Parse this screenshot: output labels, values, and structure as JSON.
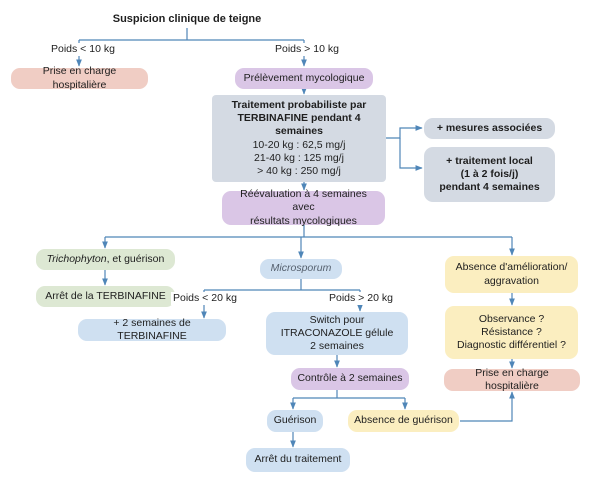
{
  "nodes": {
    "suspicion": "Suspicion clinique de teigne",
    "hospital_top": "Prise en charge hospitalière",
    "mycology": "Prélèvement mycologique",
    "treatment": {
      "line1": "Traitement probabiliste par",
      "line2": "TERBINAFINE pendant 4 semaines",
      "dose1": "10-20 kg : 62,5 mg/j",
      "dose2": "21-40 kg : 125 mg/j",
      "dose3": "> 40 kg : 250 mg/j"
    },
    "measures": "+ mesures associées",
    "local": {
      "line1": "+ traitement local",
      "line2": "(1 à 2 fois/j)",
      "line3": "pendant 4 semaines"
    },
    "reeval": {
      "line1": "Réévaluation à 4 semaines avec",
      "line2": "résultats mycologiques"
    },
    "trichophyton": {
      "name": "Trichophyton",
      "rest": ", et guérison"
    },
    "stop_terbinafine": "Arrêt de la TERBINAFINE",
    "microsporum": "Microsporum",
    "plus_two_weeks": "+ 2 semaines de TERBINAFINE",
    "switch": {
      "line1": "Switch pour ITRACONAZOLE gélule",
      "line2": "2 semaines"
    },
    "control": "Contrôle à 2 semaines",
    "cure": "Guérison",
    "no_cure": "Absence de guérison",
    "stop_treatment": "Arrêt du traitement",
    "no_improvement": {
      "line1": "Absence d'amélioration/",
      "line2": "aggravation"
    },
    "questions": {
      "line1": "Observance ?",
      "line2": "Résistance ?",
      "line3": "Diagnostic différentiel ?"
    },
    "hospital_bottom": "Prise en charge hospitalière"
  },
  "edge_labels": {
    "weight_under_10": "Poids < 10 kg",
    "weight_over_10": "Poids > 10 kg",
    "weight_under_20": "Poids < 20 kg",
    "weight_over_20": "Poids > 20 kg"
  },
  "colors": {
    "red": "#f0cdc4",
    "purple": "#dac6e6",
    "grey": "#d4dae3",
    "blue": "#cfe0f1",
    "green": "#dde8d3",
    "yellow": "#fbeec0",
    "arrow": "#4f86b8"
  }
}
